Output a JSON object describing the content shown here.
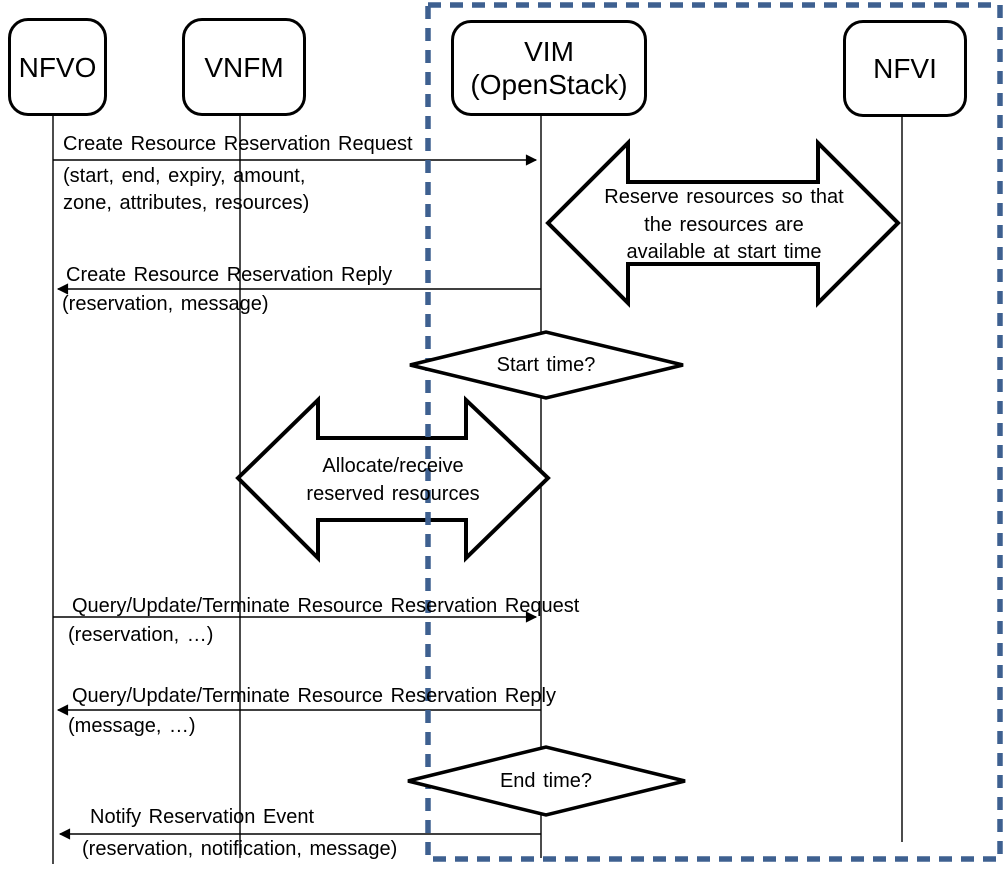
{
  "diagram": {
    "title": "Resource reservation sequence (NFVO / VNFM / VIM / NFVI)",
    "colors": {
      "scope_border": "#3e6090",
      "shape_stroke": "#000000",
      "background": "#ffffff"
    },
    "actors": [
      {
        "id": "nfvo",
        "label": "NFVO"
      },
      {
        "id": "vnfm",
        "label": "VNFM"
      },
      {
        "id": "vim",
        "label": "VIM",
        "sublabel": "(OpenStack)"
      },
      {
        "id": "nfvi",
        "label": "NFVI"
      }
    ],
    "messages": [
      {
        "label": "Create Resource Reservation Request",
        "params": [
          "(start, end, expiry, amount,",
          "zone, attributes, resources)"
        ],
        "from": "NFVO",
        "to": "VIM",
        "direction": "right"
      },
      {
        "label": "Create Resource Reservation Reply",
        "params": [
          "(reservation, message)"
        ],
        "from": "VIM",
        "to": "NFVO",
        "direction": "left"
      },
      {
        "label": "Query/Update/Terminate Resource Reservation Request",
        "params": [
          "(reservation, …)"
        ],
        "from": "NFVO",
        "to": "VIM",
        "direction": "right"
      },
      {
        "label": "Query/Update/Terminate Resource Reservation Reply",
        "params": [
          "(message, …)"
        ],
        "from": "VIM",
        "to": "NFVO",
        "direction": "left"
      },
      {
        "label": "Notify Reservation Event",
        "params": [
          "(reservation, notification, message)"
        ],
        "from": "VIM",
        "to": "NFVO",
        "direction": "left"
      }
    ],
    "interactions": [
      {
        "between": [
          "VIM",
          "NFVI"
        ],
        "lines": [
          "Reserve resources so that",
          "the resources are",
          "available at start time"
        ]
      },
      {
        "between": [
          "VNFM",
          "VIM"
        ],
        "lines": [
          "Allocate/receive",
          "reserved resources"
        ]
      }
    ],
    "decisions": [
      {
        "label": "Start time?"
      },
      {
        "label": "End time?"
      }
    ]
  }
}
